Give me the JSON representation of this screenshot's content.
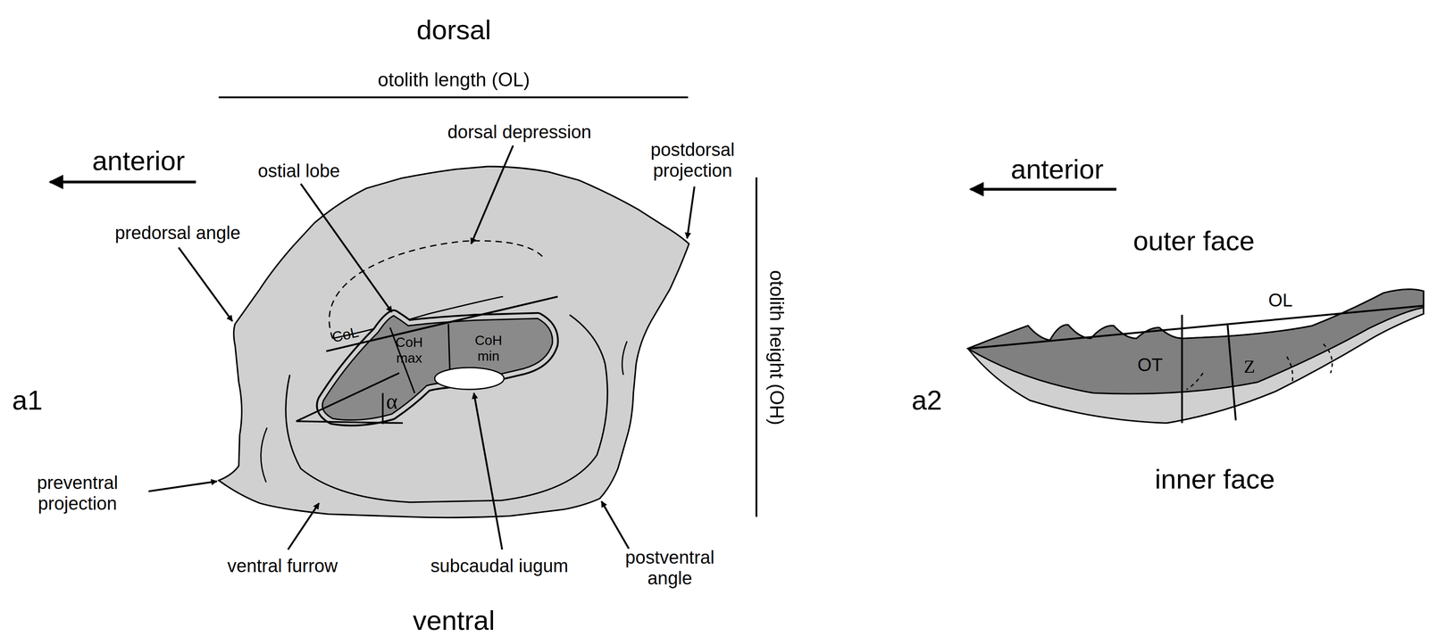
{
  "diagram": {
    "labels": [
      "dorsal",
      "otolith length (OL)",
      "anterior",
      "ostial lobe",
      "dorsal depression",
      "postdorsal projection",
      "predorsal angle",
      "CoL",
      "CoH max",
      "CoH min",
      "α",
      "otolith height (OH)",
      "a1",
      "preventral projection",
      "ventral furrow",
      "subcaudal iugum",
      "postventral angle",
      "ventral",
      "anterior",
      "outer face",
      "OL",
      "OT",
      "Z",
      "a2",
      "inner face"
    ]
  }
}
